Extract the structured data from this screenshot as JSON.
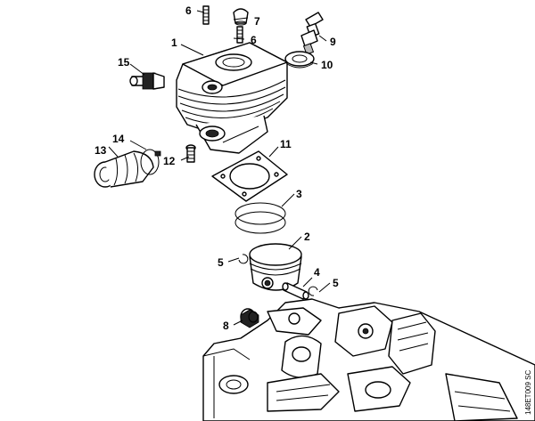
{
  "callouts": {
    "c1": "1",
    "c2": "2",
    "c3": "3",
    "c4": "4",
    "c5a": "5",
    "c5b": "5",
    "c6a": "6",
    "c6b": "6",
    "c7": "7",
    "c8": "8",
    "c9": "9",
    "c10": "10",
    "c11": "11",
    "c12": "12",
    "c13": "13",
    "c14": "14",
    "c15": "15"
  },
  "drawing_code": "148ET009 SC"
}
